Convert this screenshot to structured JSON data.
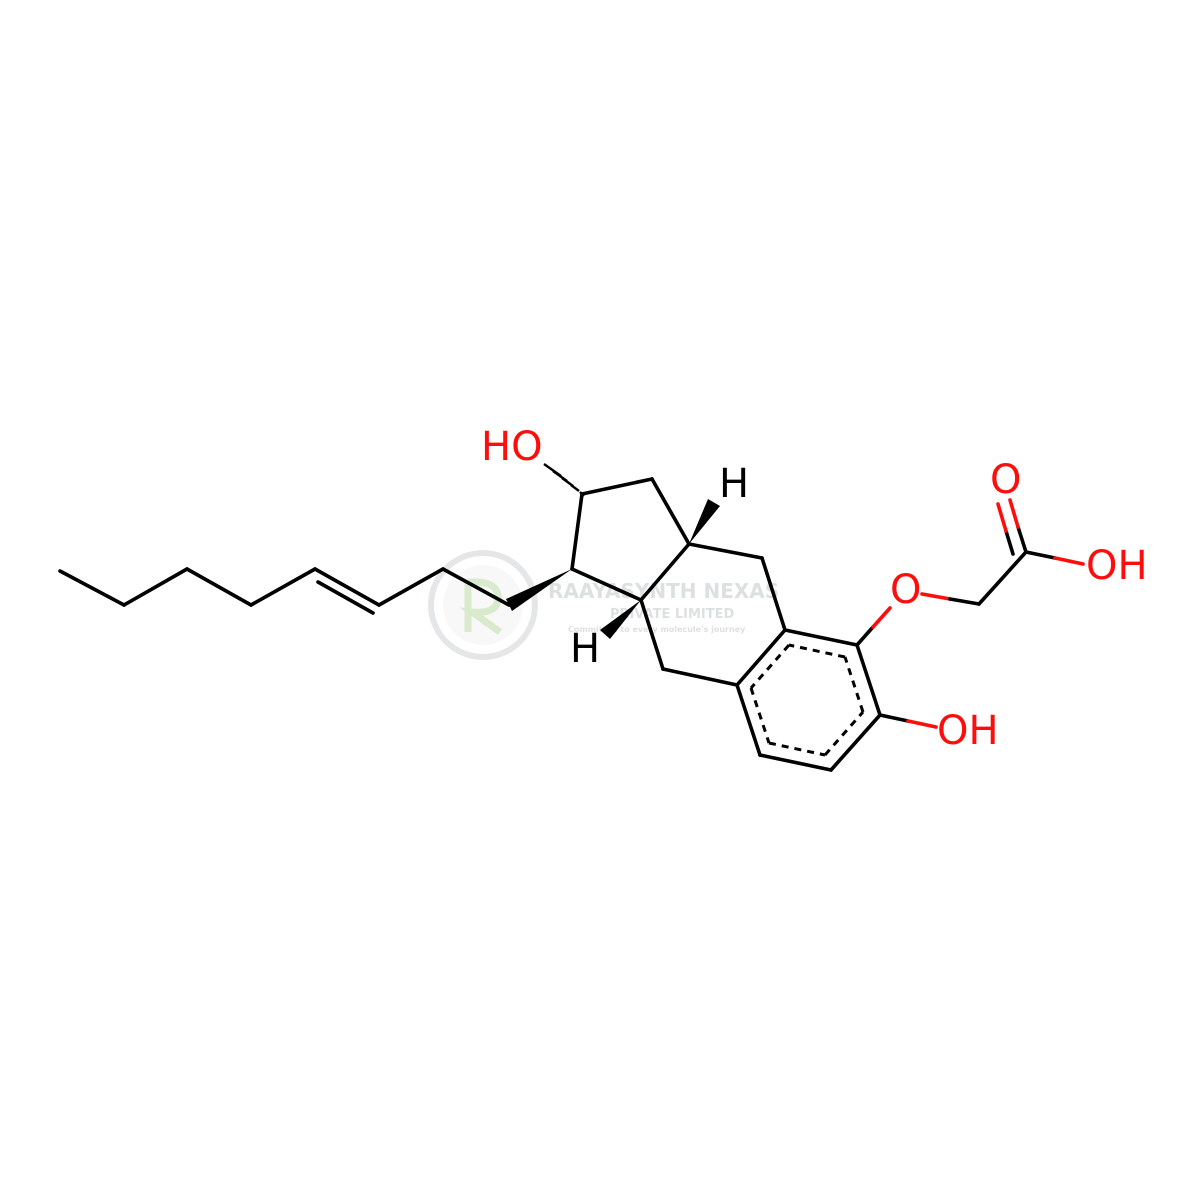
{
  "molecule": {
    "labels": {
      "ho_top": "HO",
      "h_upper": "H",
      "h_lower": "H",
      "o_carbonyl": "O",
      "oh_acid": "OH",
      "o_ether": "O",
      "oh_phenol": "OH"
    },
    "colors": {
      "bond": "#000000",
      "oxygen": "#ff0d0d",
      "hydrogen": "#000000"
    }
  },
  "watermark": {
    "title": "RAAYASYNTH NEXAS",
    "subtitle": "PRIVATE LIMITED",
    "tagline": "Committed to every molecule's journey",
    "color": "#9aa0a6"
  }
}
